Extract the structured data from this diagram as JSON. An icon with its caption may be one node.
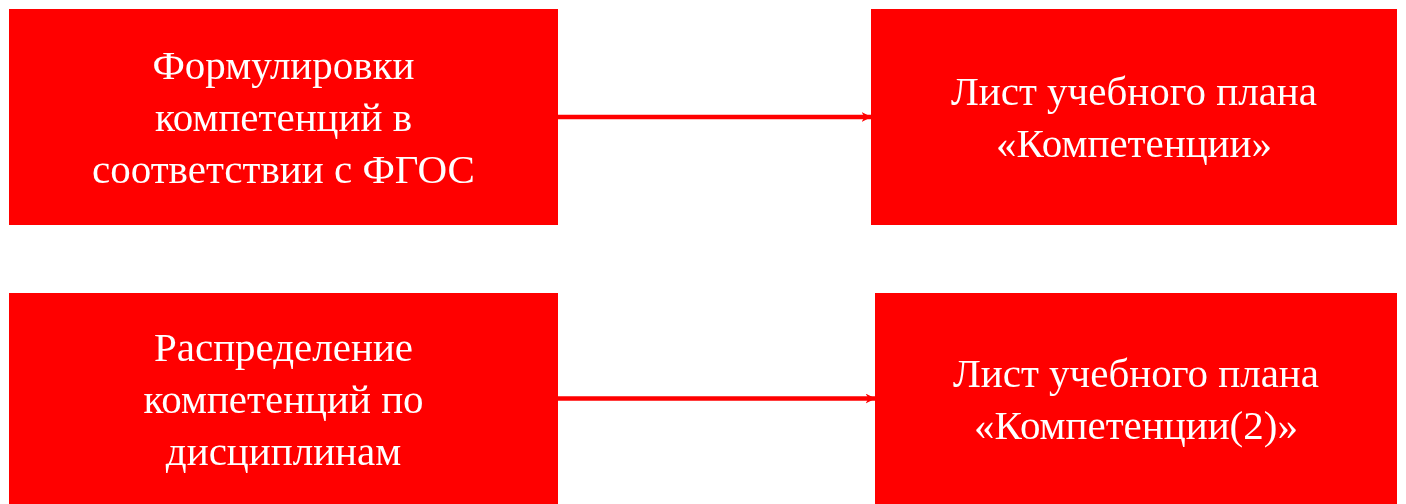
{
  "diagram": {
    "nodes": [
      {
        "text": [
          "Формулировки компетенций в соответствии с ФГОС"
        ]
      },
      {
        "text": [
          "Лист учебного плана «Компетенции»"
        ]
      },
      {
        "text": [
          "Распределение компетенций по дисциплинам"
        ]
      },
      {
        "text": [
          "Лист учебного плана «Компетенции(2)»"
        ]
      }
    ],
    "edges": [
      {
        "from": 0,
        "to": 1,
        "arrow": "to"
      },
      {
        "from": 2,
        "to": 3,
        "arrow": "to"
      }
    ]
  }
}
